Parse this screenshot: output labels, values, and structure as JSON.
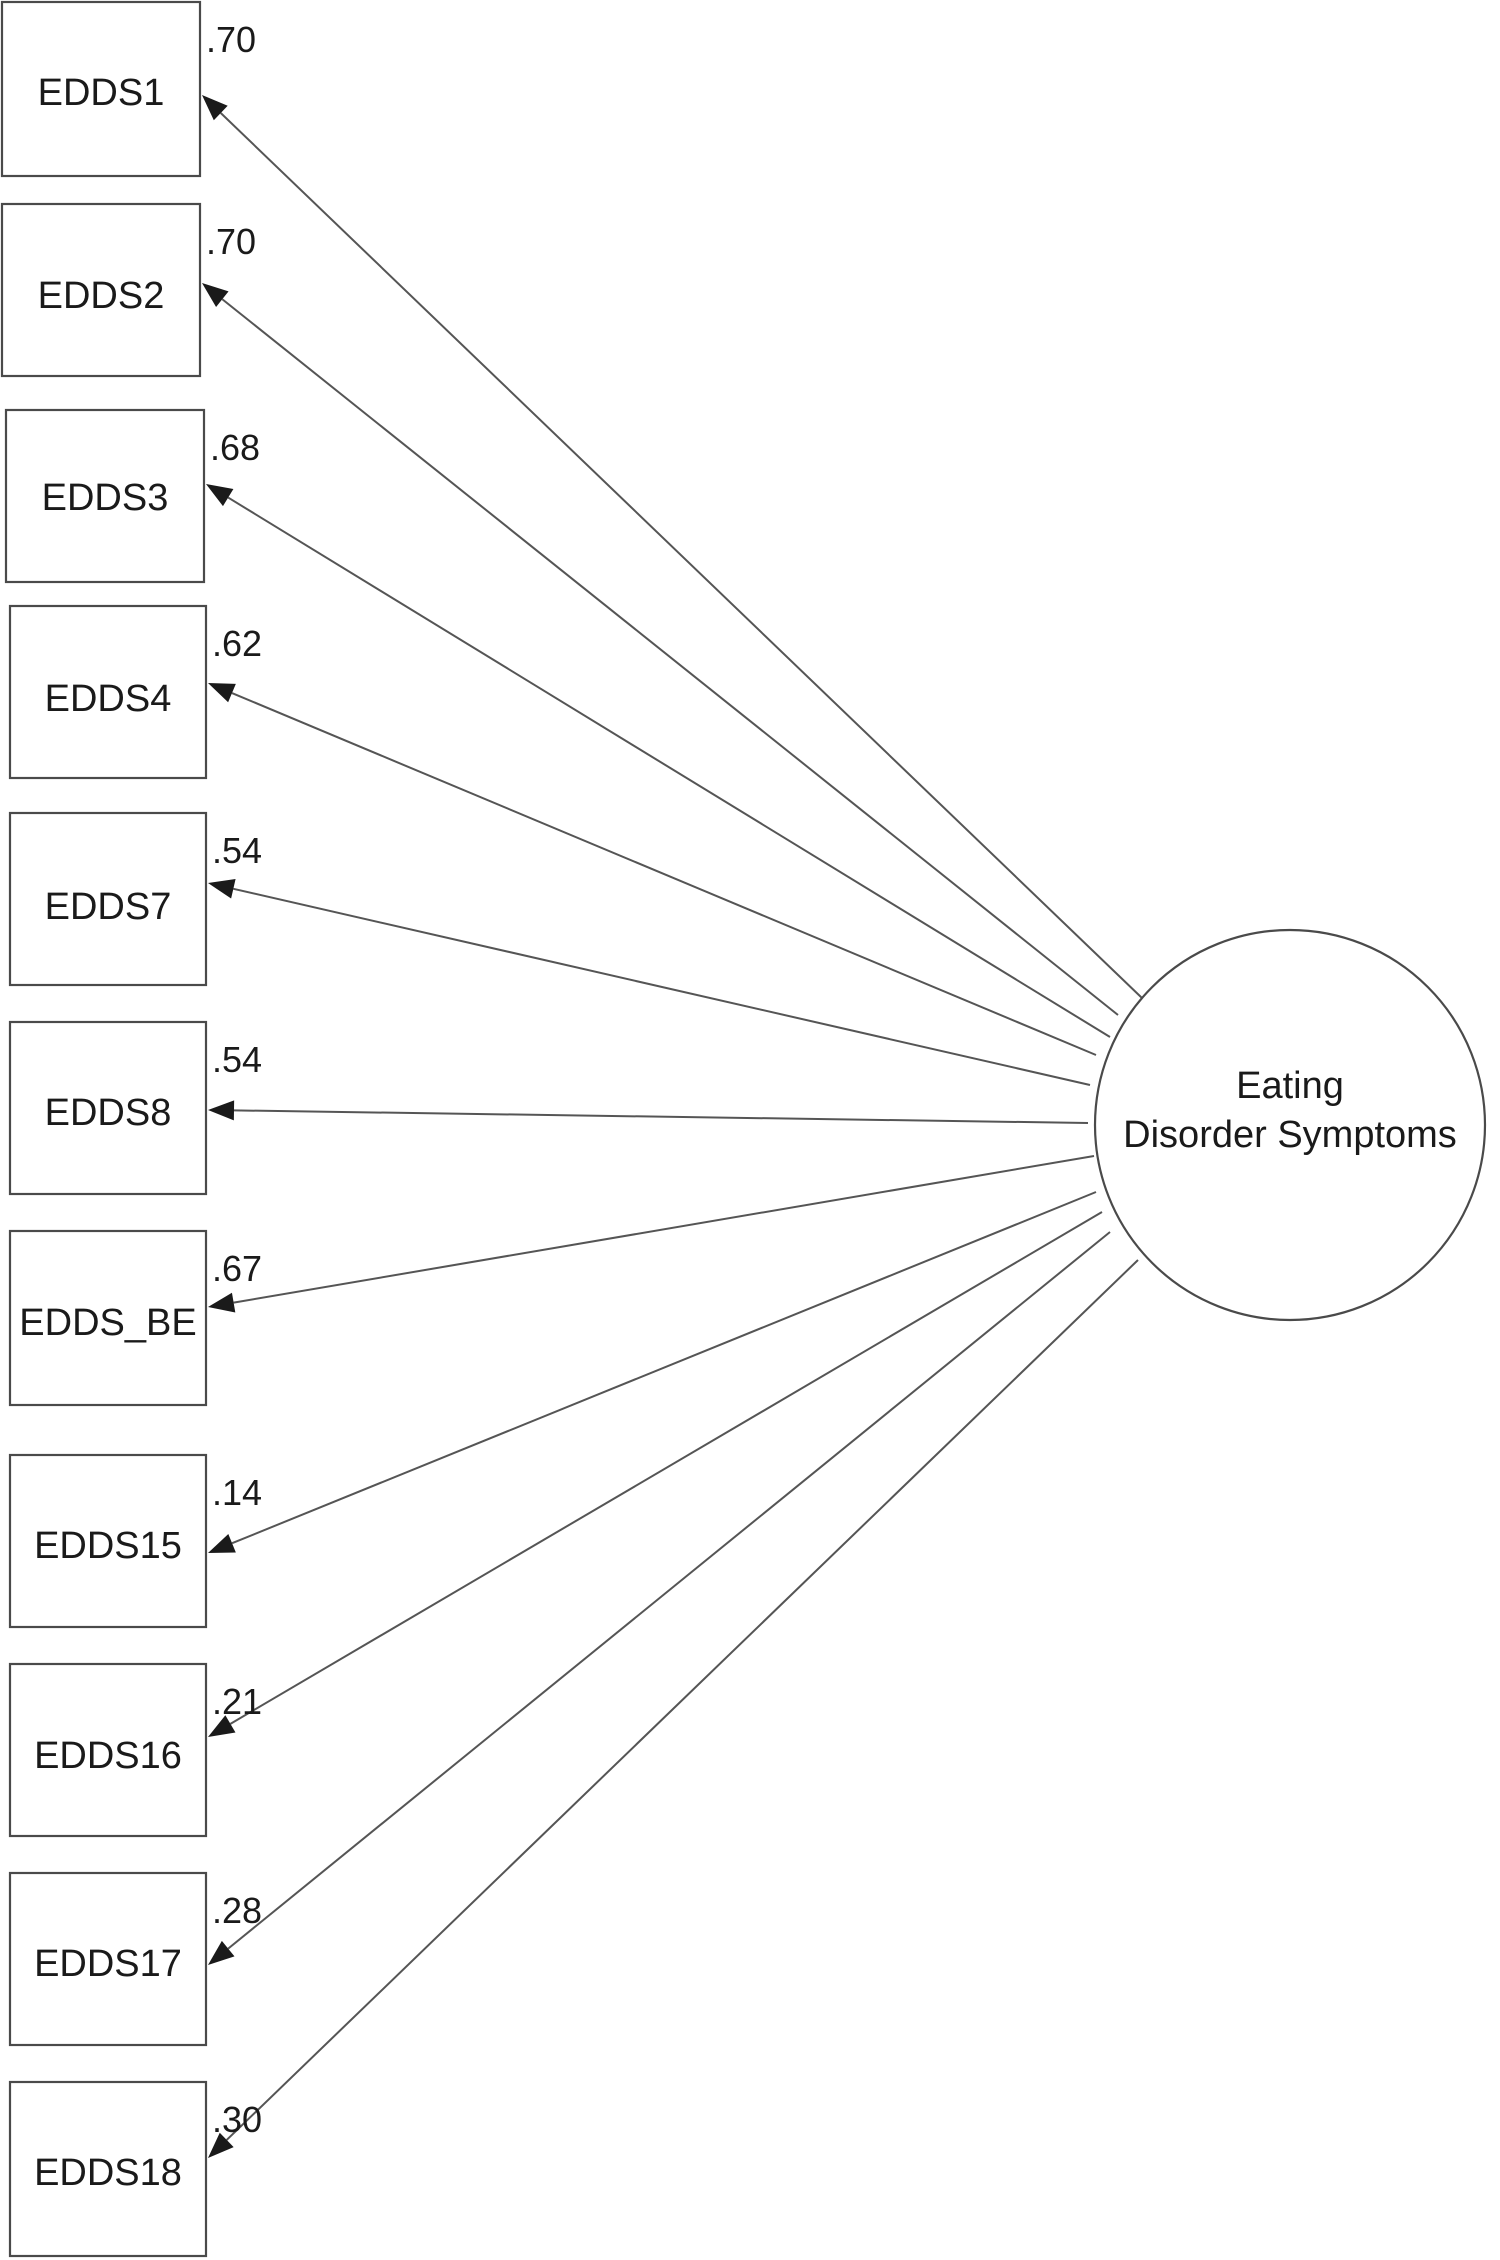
{
  "latent": {
    "label_line1": "Eating",
    "label_line2": "Disorder Symptoms"
  },
  "indicators": [
    {
      "name": "EDDS1",
      "loading": ".70"
    },
    {
      "name": "EDDS2",
      "loading": ".70"
    },
    {
      "name": "EDDS3",
      "loading": ".68"
    },
    {
      "name": "EDDS4",
      "loading": ".62"
    },
    {
      "name": "EDDS7",
      "loading": ".54"
    },
    {
      "name": "EDDS8",
      "loading": ".54"
    },
    {
      "name": "EDDS_BE",
      "loading": ".67"
    },
    {
      "name": "EDDS15",
      "loading": ".14"
    },
    {
      "name": "EDDS16",
      "loading": ".21"
    },
    {
      "name": "EDDS17",
      "loading": ".28"
    },
    {
      "name": "EDDS18",
      "loading": ".30"
    }
  ],
  "colors": {
    "line": "#555555",
    "arrow": "#1a1a1a",
    "border": "#4a4a4a",
    "text": "#1a1a1a"
  }
}
